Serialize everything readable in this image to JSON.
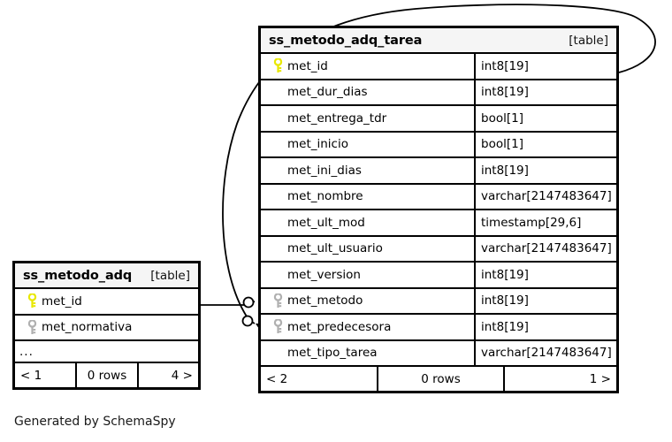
{
  "diagram": {
    "kind": "entity-relationship-diagram",
    "generator_note": "Generated by SchemaSpy",
    "colors": {
      "background": "#ffffff",
      "border": "#000000",
      "header_fill": "#f5f5f5",
      "primary_key": "#e8e800",
      "foreign_key": "#b0b0b0",
      "edge": "#000000"
    }
  },
  "tables": [
    {
      "id": "ss_metodo_adq",
      "name": "ss_metodo_adq",
      "kind_label": "[table]",
      "columns": [
        {
          "key": "primary",
          "key_icon": "key-icon",
          "name": "met_id",
          "type": ""
        },
        {
          "key": "foreign",
          "key_icon": "key-icon",
          "name": "met_normativa",
          "type": ""
        }
      ],
      "truncated_indicator": "...",
      "footer": {
        "left": "< 1",
        "center": "0 rows",
        "right": "4 >"
      }
    },
    {
      "id": "ss_metodo_adq_tarea",
      "name": "ss_metodo_adq_tarea",
      "kind_label": "[table]",
      "columns": [
        {
          "key": "primary",
          "key_icon": "key-icon",
          "name": "met_id",
          "type": "int8[19]"
        },
        {
          "key": "none",
          "key_icon": "",
          "name": "met_dur_dias",
          "type": "int8[19]"
        },
        {
          "key": "none",
          "key_icon": "",
          "name": "met_entrega_tdr",
          "type": "bool[1]"
        },
        {
          "key": "none",
          "key_icon": "",
          "name": "met_inicio",
          "type": "bool[1]"
        },
        {
          "key": "none",
          "key_icon": "",
          "name": "met_ini_dias",
          "type": "int8[19]"
        },
        {
          "key": "none",
          "key_icon": "",
          "name": "met_nombre",
          "type": "varchar[2147483647]"
        },
        {
          "key": "none",
          "key_icon": "",
          "name": "met_ult_mod",
          "type": "timestamp[29,6]"
        },
        {
          "key": "none",
          "key_icon": "",
          "name": "met_ult_usuario",
          "type": "varchar[2147483647]"
        },
        {
          "key": "none",
          "key_icon": "",
          "name": "met_version",
          "type": "int8[19]"
        },
        {
          "key": "foreign",
          "key_icon": "key-icon",
          "name": "met_metodo",
          "type": "int8[19]"
        },
        {
          "key": "foreign",
          "key_icon": "key-icon",
          "name": "met_predecesora",
          "type": "int8[19]"
        },
        {
          "key": "none",
          "key_icon": "",
          "name": "met_tipo_tarea",
          "type": "varchar[2147483647]"
        }
      ],
      "footer": {
        "left": "< 2",
        "center": "0 rows",
        "right": "1 >"
      }
    }
  ],
  "relationships": [
    {
      "id": "fk-met-metodo",
      "from_table": "ss_metodo_adq",
      "from_column": "met_id",
      "to_table": "ss_metodo_adq_tarea",
      "to_column": "met_metodo",
      "from_cardinality": "zero-or-one",
      "to_cardinality": "many"
    },
    {
      "id": "fk-met-predecesora",
      "from_table": "ss_metodo_adq_tarea",
      "from_column": "met_id",
      "to_table": "ss_metodo_adq_tarea",
      "to_column": "met_predecesora",
      "from_cardinality": "zero-or-one",
      "to_cardinality": "many",
      "self_referencing": true
    }
  ]
}
